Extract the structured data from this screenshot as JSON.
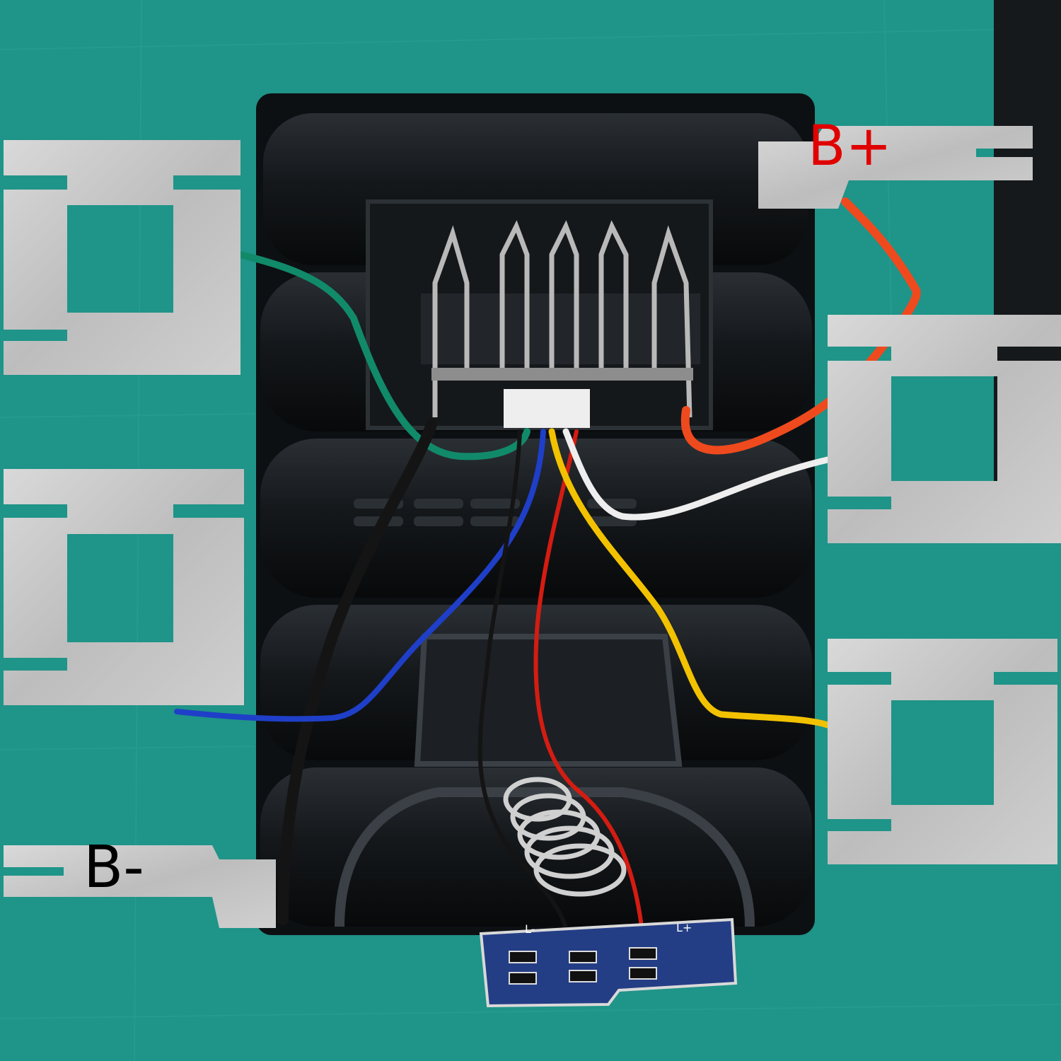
{
  "labels": {
    "b_plus": "B+",
    "b_minus": "B-",
    "pcb_l_minus": "L-",
    "pcb_l_plus": "L+"
  },
  "colors": {
    "mat": "#1f9488",
    "battery_body": "#111417",
    "nickel_strip": "#c9c9c9",
    "b_plus_label": "#e00000",
    "b_minus_label": "#000000",
    "pcb": "#243e86",
    "wire_red": "#d41c12",
    "wire_orange": "#ef4a1e",
    "wire_black": "#141414",
    "wire_blue": "#1f3fc8",
    "wire_yellow": "#f2c200",
    "wire_white": "#eeeeee",
    "wire_green": "#118a6a"
  }
}
